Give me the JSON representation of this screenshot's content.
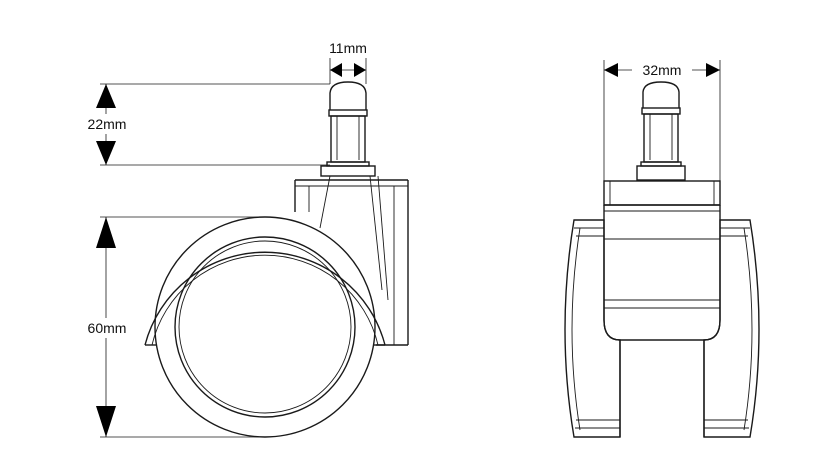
{
  "dimensions": {
    "pin_diameter": "11mm",
    "pin_height": "22mm",
    "wheel_diameter": "60mm",
    "wheel_width": "32mm"
  }
}
